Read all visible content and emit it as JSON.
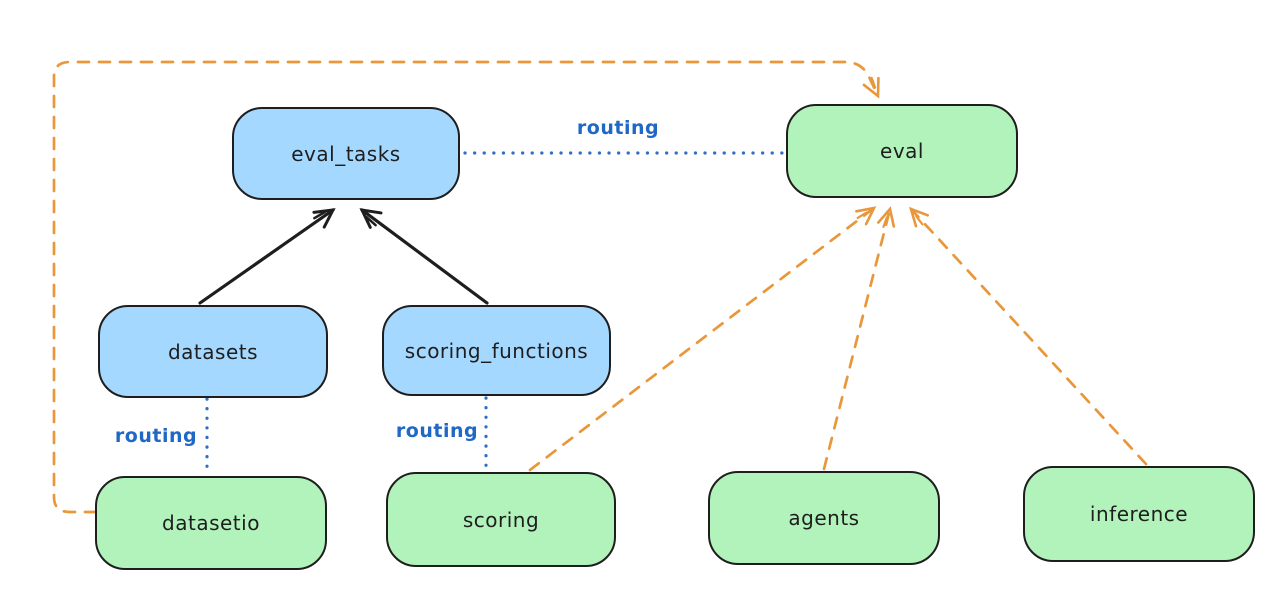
{
  "diagram": {
    "nodes": [
      {
        "id": "eval_tasks",
        "label": "eval_tasks",
        "fill": "blue"
      },
      {
        "id": "eval",
        "label": "eval",
        "fill": "green"
      },
      {
        "id": "datasets",
        "label": "datasets",
        "fill": "blue"
      },
      {
        "id": "scoring_functions",
        "label": "scoring_functions",
        "fill": "blue"
      },
      {
        "id": "datasetio",
        "label": "datasetio",
        "fill": "green"
      },
      {
        "id": "scoring",
        "label": "scoring",
        "fill": "green"
      },
      {
        "id": "agents",
        "label": "agents",
        "fill": "green"
      },
      {
        "id": "inference",
        "label": "inference",
        "fill": "green"
      }
    ],
    "routing_labels": [
      "routing",
      "routing",
      "routing"
    ],
    "edges": [
      {
        "from": "datasets",
        "to": "eval_tasks",
        "style": "solid-arrow",
        "color": "black"
      },
      {
        "from": "scoring_functions",
        "to": "eval_tasks",
        "style": "solid-arrow",
        "color": "black"
      },
      {
        "from": "eval_tasks",
        "to": "eval",
        "style": "dotted-line",
        "color": "blue",
        "label": "routing"
      },
      {
        "from": "datasets",
        "to": "datasetio",
        "style": "dotted-line",
        "color": "blue",
        "label": "routing"
      },
      {
        "from": "scoring_functions",
        "to": "scoring",
        "style": "dotted-line",
        "color": "blue",
        "label": "routing"
      },
      {
        "from": "datasetio",
        "to": "eval",
        "style": "dashed-arrow",
        "color": "orange"
      },
      {
        "from": "scoring",
        "to": "eval",
        "style": "dashed-arrow",
        "color": "orange"
      },
      {
        "from": "agents",
        "to": "eval",
        "style": "dashed-arrow",
        "color": "orange"
      },
      {
        "from": "inference",
        "to": "eval",
        "style": "dashed-arrow",
        "color": "orange"
      }
    ],
    "colors": {
      "node_blue_fill": "#a5d8ff",
      "node_green_fill": "#b2f2bb",
      "node_stroke": "#1e1e1e",
      "routing_blue": "#2068c5",
      "orange_dash": "#e8973a",
      "background": "#ffffff"
    }
  }
}
